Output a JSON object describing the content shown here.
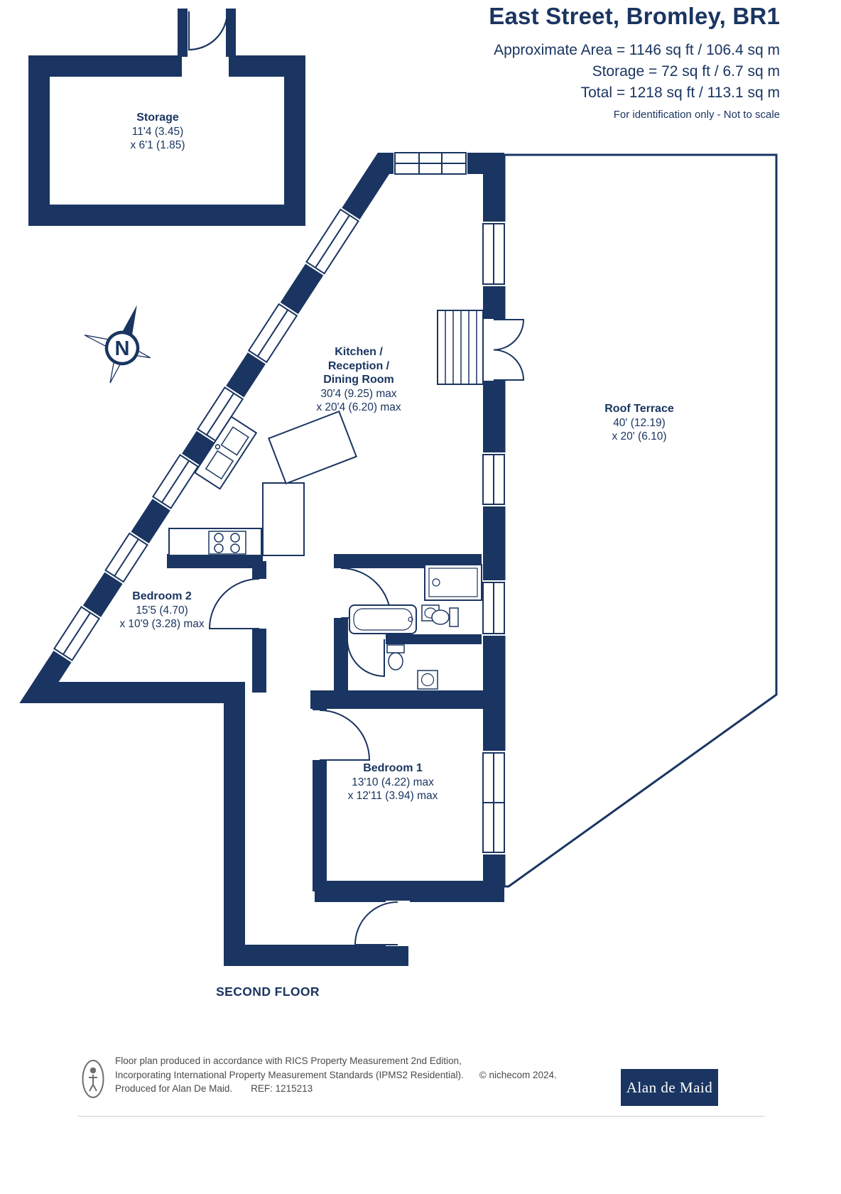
{
  "colors": {
    "wall_navy": "#1a3561",
    "label_navy": "#1a3561",
    "footer_grey": "#4a4a4a",
    "brand_bg": "#1a3561",
    "brand_text": "#ffffff"
  },
  "header": {
    "title": "East Street, Bromley, BR1",
    "area_line1": "Approximate Area = 1146 sq ft / 106.4 sq m",
    "area_line2": "Storage = 72 sq ft / 6.7 sq m",
    "area_line3": "Total = 1218 sq ft / 113.1 sq m",
    "disclaimer": "For identification only - Not to scale"
  },
  "plan": {
    "floor_label": "SECOND FLOOR",
    "compass_label": "N",
    "rooms": {
      "storage": {
        "name": "Storage",
        "dims": [
          "11'4 (3.45)",
          "x 6'1 (1.85)"
        ]
      },
      "kitchen": {
        "lines": [
          "Kitchen /",
          "Reception /",
          "Dining Room"
        ],
        "dims": [
          "30'4 (9.25) max",
          "x 20'4 (6.20) max"
        ]
      },
      "roof_terrace": {
        "name": "Roof Terrace",
        "dims": [
          "40' (12.19)",
          "x 20' (6.10)"
        ]
      },
      "bedroom2": {
        "name": "Bedroom 2",
        "dims": [
          "15'5 (4.70)",
          "x 10'9 (3.28) max"
        ]
      },
      "bedroom1": {
        "name": "Bedroom 1",
        "dims": [
          "13'10 (4.22) max",
          "x 12'11 (3.94) max"
        ]
      }
    }
  },
  "footer": {
    "line1": "Floor plan produced in accordance with RICS Property Measurement 2nd Edition,",
    "line2": "Incorporating International Property Measurement Standards (IPMS2 Residential).",
    "copyright": "© nichecom 2024.",
    "produced": "Produced for Alan De Maid.",
    "ref": "REF: 1215213",
    "brand": "Alan de Maid"
  }
}
